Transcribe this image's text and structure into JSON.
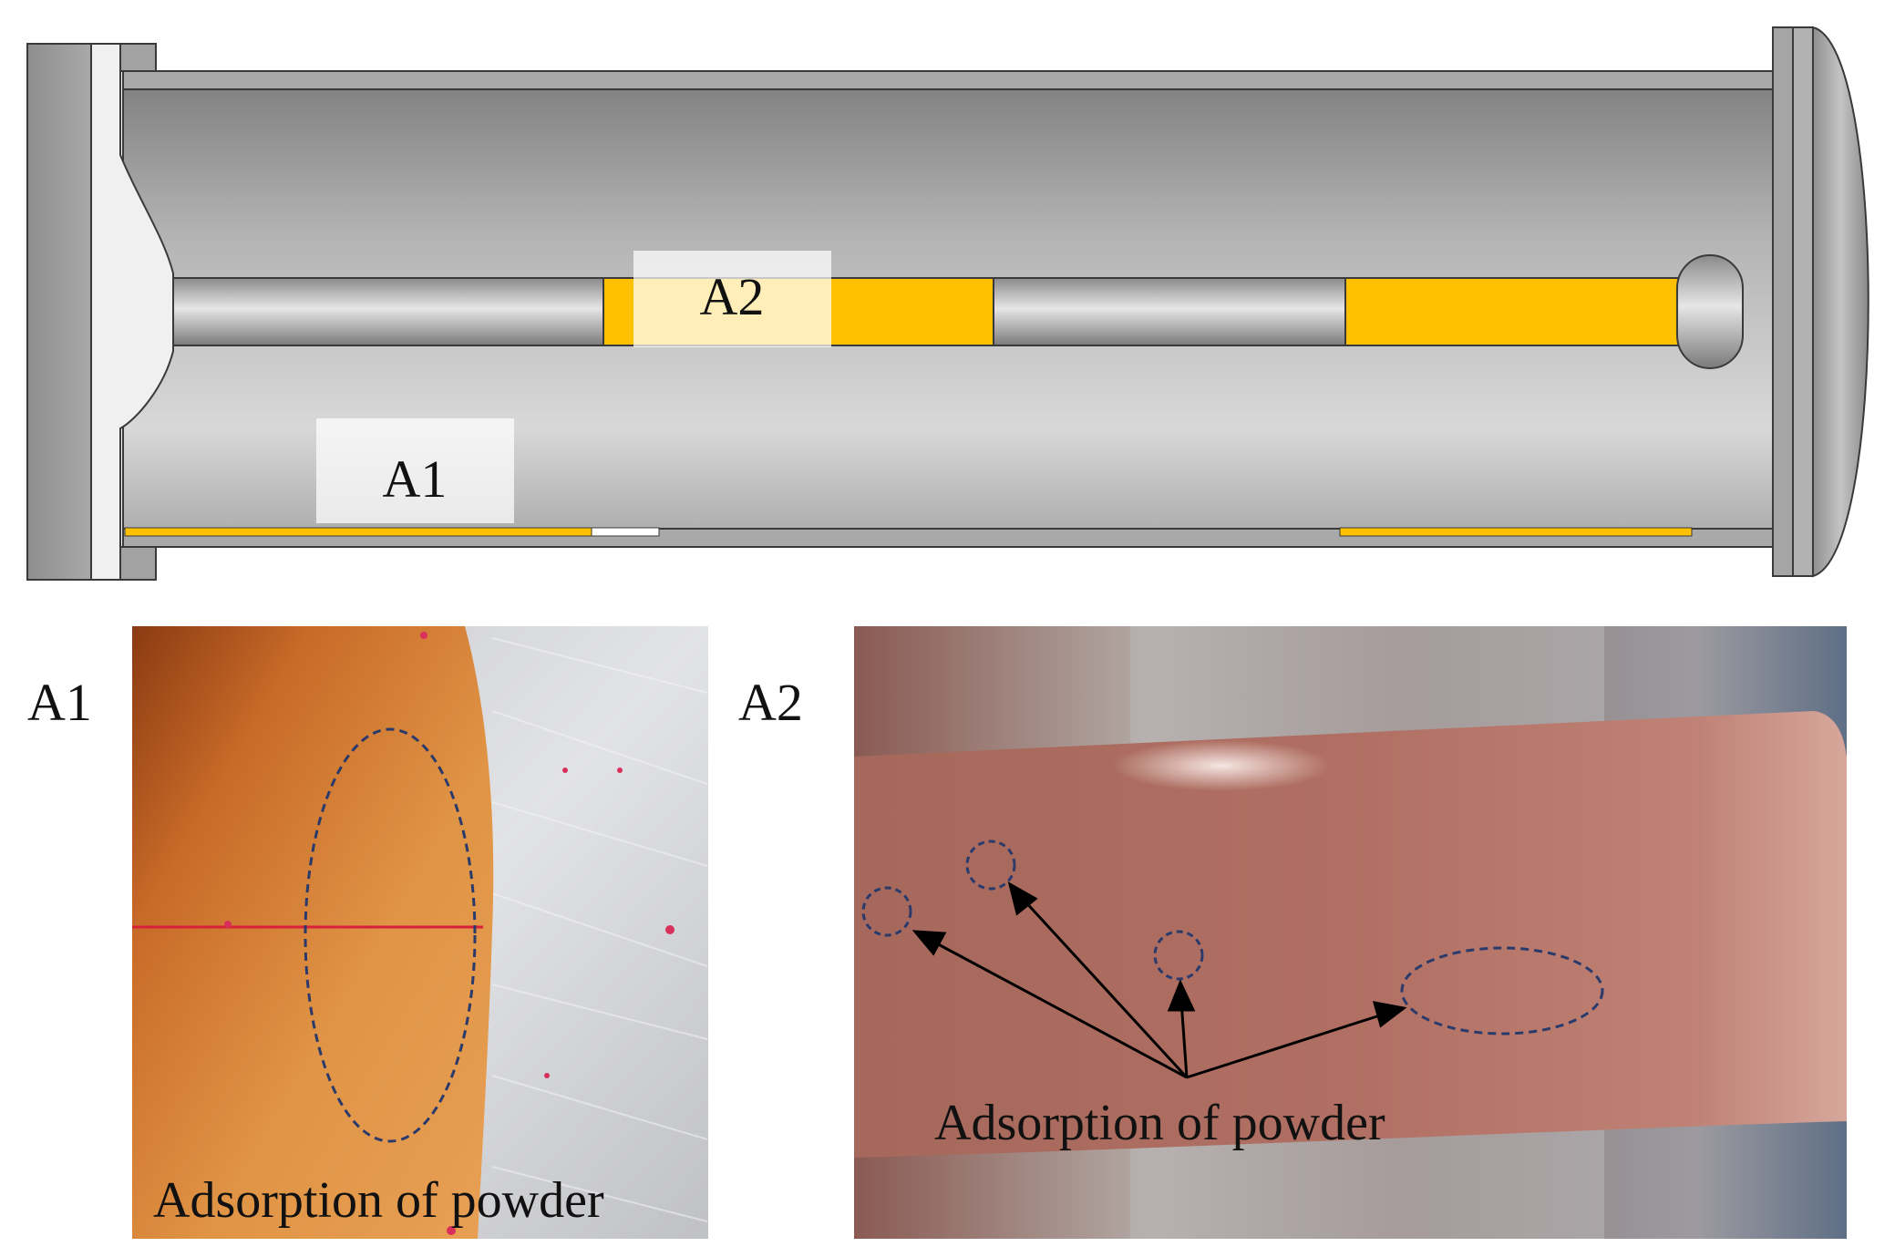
{
  "diagram": {
    "marker_a1": "A1",
    "marker_a2": "A2"
  },
  "panels": {
    "a1": {
      "label": "A1",
      "caption": "Adsorption of powder"
    },
    "a2": {
      "label": "A2",
      "caption": "Adsorption of powder"
    }
  },
  "colors": {
    "gold_coating": "#FFC000",
    "steel_gray": "#9a9a9a",
    "tube_outline": "#3a3a3a",
    "annotation_ellipse": "#2a3a6a",
    "arrow": "#000000",
    "orange_surface": "#D9822B",
    "pink_surface": "#B56B5E",
    "silver_surface": "#D3D3D5"
  }
}
